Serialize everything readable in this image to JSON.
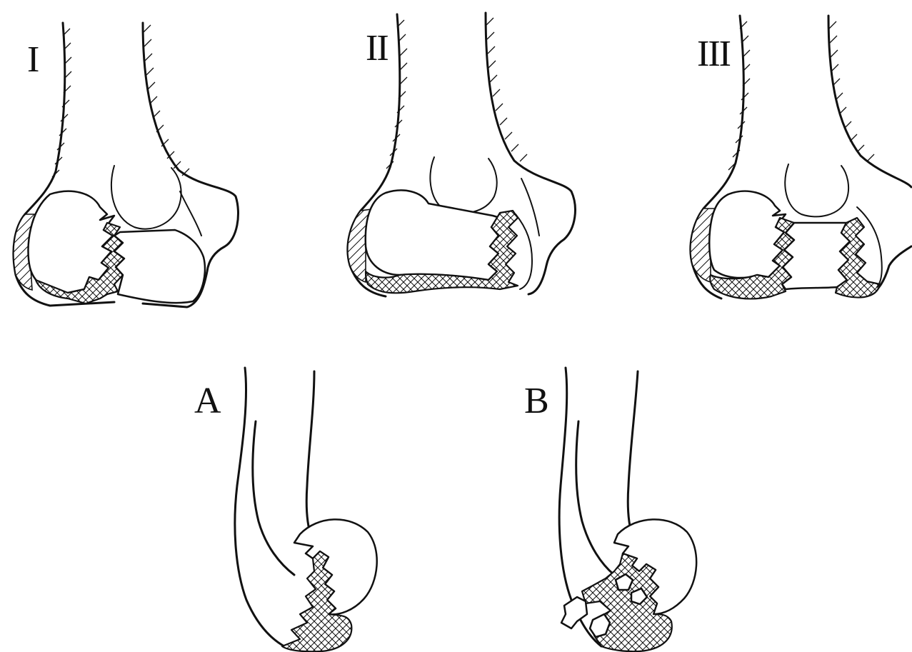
{
  "figure": {
    "background": "#ffffff",
    "ink": "#111111",
    "panels": [
      {
        "id": "I",
        "label": "I"
      },
      {
        "id": "II",
        "label": "II"
      },
      {
        "id": "III",
        "label": "III"
      },
      {
        "id": "A",
        "label": "A"
      },
      {
        "id": "B",
        "label": "B"
      }
    ]
  }
}
